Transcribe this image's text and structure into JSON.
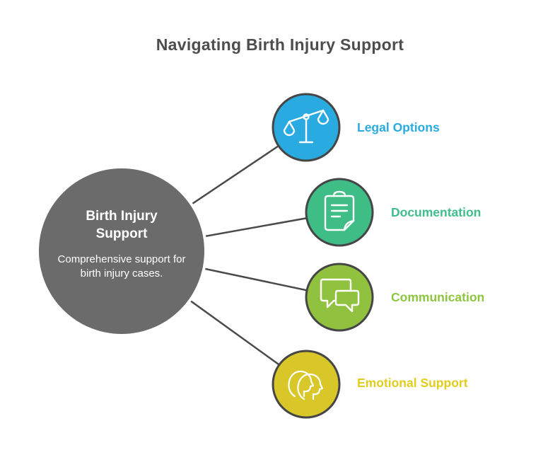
{
  "title": {
    "text": "Navigating Birth Injury Support",
    "color": "#4D4D4D"
  },
  "center_node": {
    "title": "Birth Injury Support",
    "description": "Comprehensive support for birth injury cases.",
    "fill": "#6B6B6B",
    "border_color": "#FFFFFF",
    "text_color": "#FFFFFF"
  },
  "connector_color": "#4A4A4A",
  "node_border_color": "#464646",
  "icon_stroke": "#FFFFFF",
  "nodes": [
    {
      "label": "Legal Options",
      "icon": "scales-icon",
      "fill": "#29ABE2",
      "label_color": "#29ABE2"
    },
    {
      "label": "Documentation",
      "icon": "clipboard-icon",
      "fill": "#3EBE86",
      "label_color": "#3EBE8B"
    },
    {
      "label": "Communication",
      "icon": "chat-bubbles-icon",
      "fill": "#90C23F",
      "label_color": "#8CC63F"
    },
    {
      "label": "Emotional Support",
      "icon": "heads-icon",
      "fill": "#D9C628",
      "label_color": "#E2CC1E"
    }
  ]
}
